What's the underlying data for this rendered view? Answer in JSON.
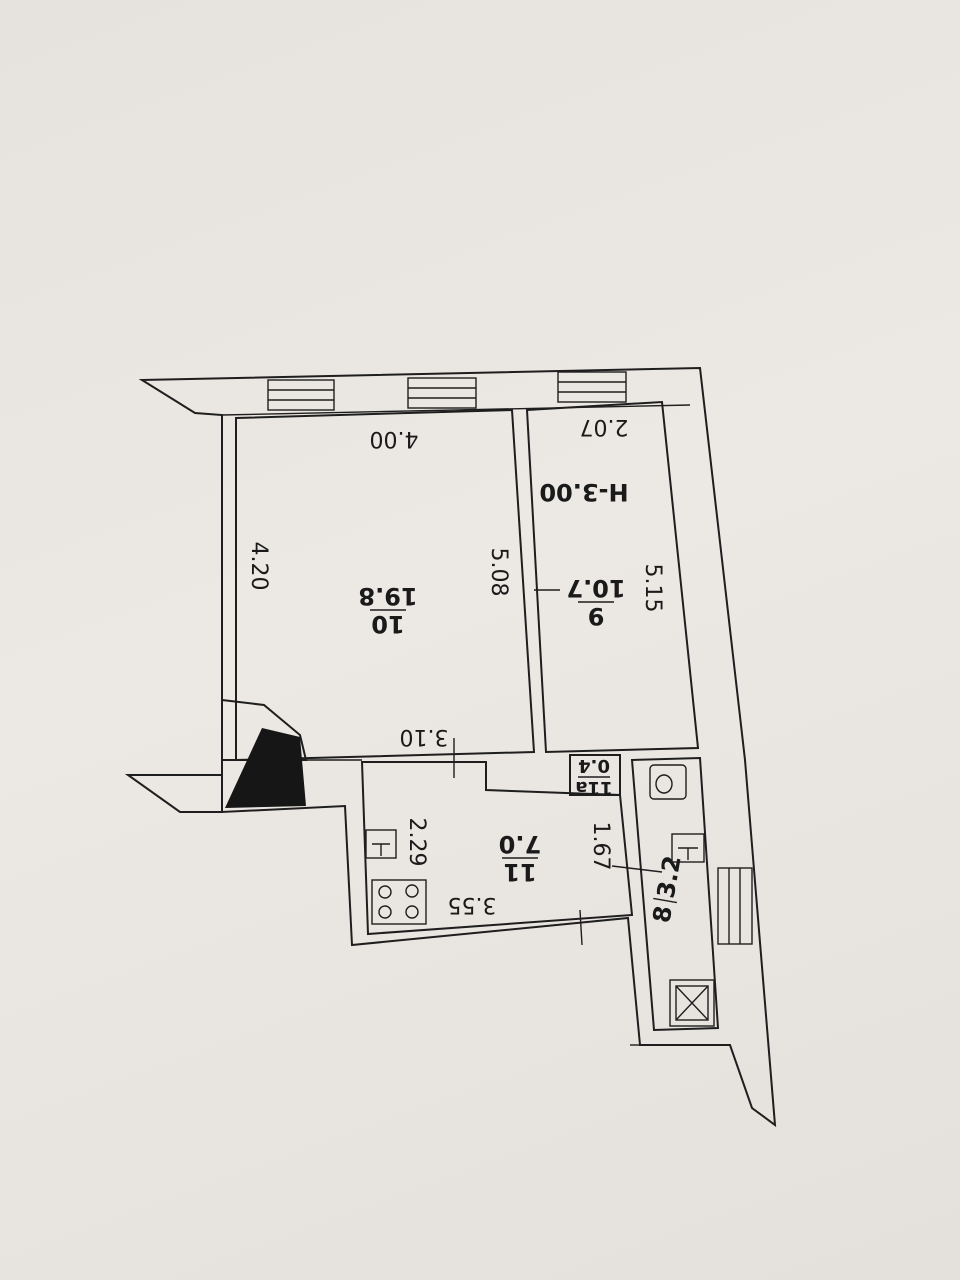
{
  "plan": {
    "height_label": "H-3.00",
    "rooms": [
      {
        "number": "10",
        "area": "19.8",
        "width": "4.00",
        "length": "4.20",
        "depth": "5.08",
        "lower": "3.10"
      },
      {
        "number": "9",
        "area": "10.7",
        "width": "2.07",
        "length": "5.15"
      },
      {
        "number": "11",
        "area": "7.0",
        "width": "3.55",
        "length": "2.29",
        "depth": "1.67"
      },
      {
        "number": "11a",
        "area": "0.4"
      },
      {
        "number": "8",
        "area": "3.2"
      }
    ],
    "colors": {
      "paper": "#e9e5e1",
      "ink": "#1e1e1e"
    }
  }
}
